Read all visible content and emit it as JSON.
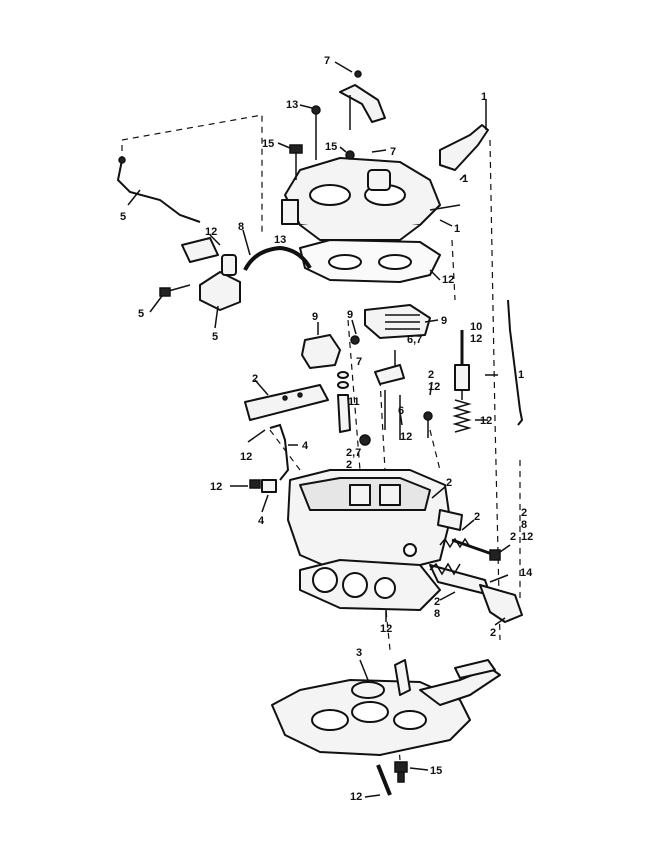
{
  "callouts": {
    "c_top_7": "7",
    "c_1_top_right": "1",
    "c_13_upper": "13",
    "c_15_a": "15",
    "c_7_mid": "7",
    "c_15_b": "15",
    "c_1_right_a": "1",
    "c_1_right_b": "1",
    "c_5_rod": "5",
    "c_12_choke": "12",
    "c_8_hose": "8",
    "c_13_lower": "13",
    "c_12_gasket": "12",
    "c_5_screw": "5",
    "c_5_pulloff": "5",
    "c_9_a": "9",
    "c_9_b": "9",
    "c_9_c": "9",
    "c_10_12": "10\n12",
    "c_67": "6,7",
    "c_7_small": "7",
    "c_1_right_rod": "1",
    "c_2_strip": "2",
    "c_11": "11",
    "c_2_12": "2\n12",
    "c_6": "6",
    "c_12_spring": "12",
    "c_12_screw": "12",
    "c_12_left": "12",
    "c_4_a": "4",
    "c_2_7_2": "2,7\n2",
    "c_12_clip": "12",
    "c_4_b": "4",
    "c_2_bowl": "2",
    "c_2_screw_a": "2",
    "c_2_screw_b": "2",
    "c_2_8_12": "2\n8\n12",
    "c_14": "14",
    "c_2_8": "2\n8",
    "c_12_base": "12",
    "c_2_lower": "2",
    "c_3": "3",
    "c_15_bottom": "15",
    "c_12_bottom": "12"
  }
}
